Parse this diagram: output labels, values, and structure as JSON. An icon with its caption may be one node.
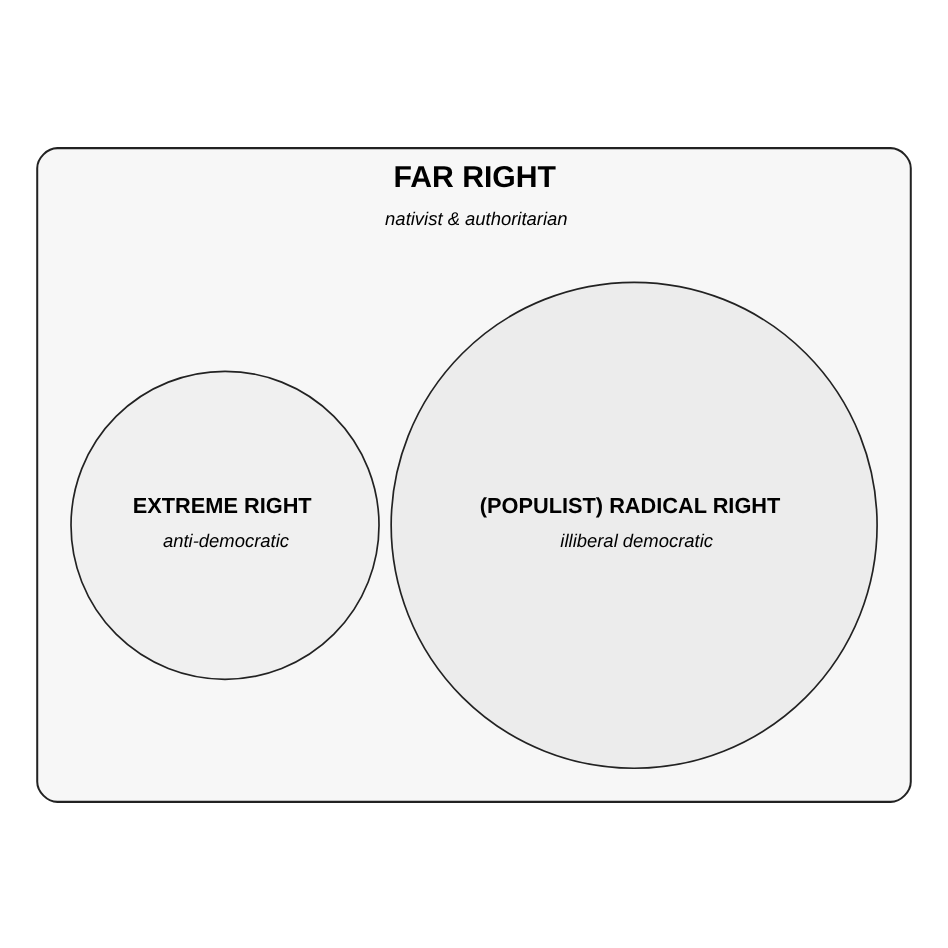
{
  "diagram": {
    "nodes": [
      {
        "text": [
          "FAR RIGHT",
          "nativist & authoritarian"
        ]
      },
      {
        "text": [
          "(POPULIST) RADICAL RIGHT",
          "illiberal democratic"
        ],
        "in": 0
      },
      {
        "text": [
          "EXTREME RIGHT",
          "anti-democratic"
        ],
        "in": 0
      }
    ],
    "edges": []
  }
}
